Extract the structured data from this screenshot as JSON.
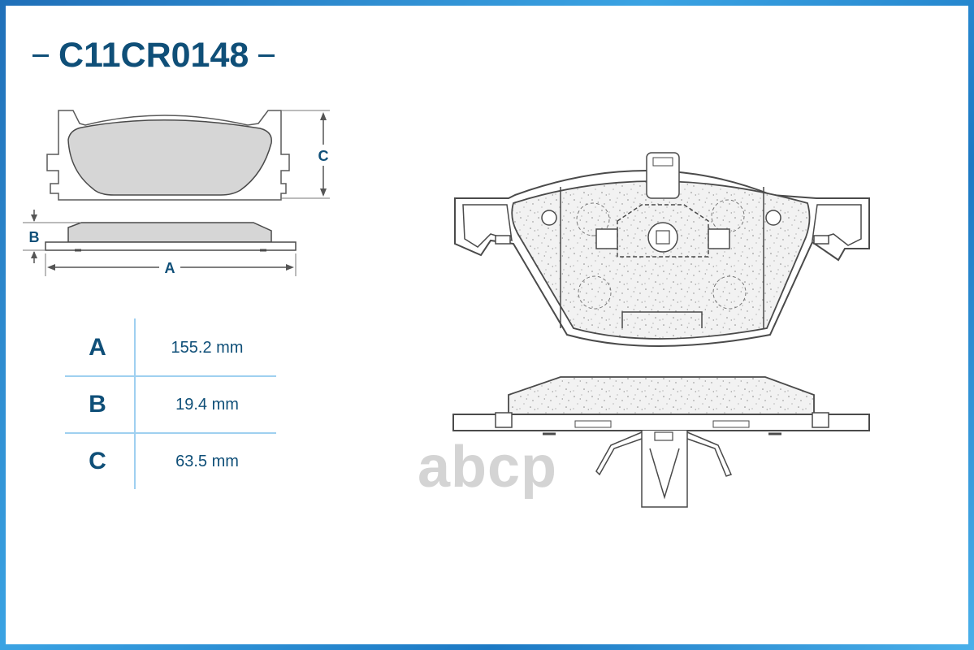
{
  "header": {
    "part_number": "C11CR0148"
  },
  "dimension_labels": {
    "a": "A",
    "b": "B",
    "c": "C"
  },
  "specs": [
    {
      "key": "A",
      "value": "155.2 mm"
    },
    {
      "key": "B",
      "value": "19.4 mm"
    },
    {
      "key": "C",
      "value": "63.5 mm"
    }
  ],
  "watermark": {
    "text": "abcp"
  },
  "colors": {
    "accent": "#0f4f78",
    "frame": "#2f8fd0",
    "table_lines": "#9fd0f0"
  }
}
